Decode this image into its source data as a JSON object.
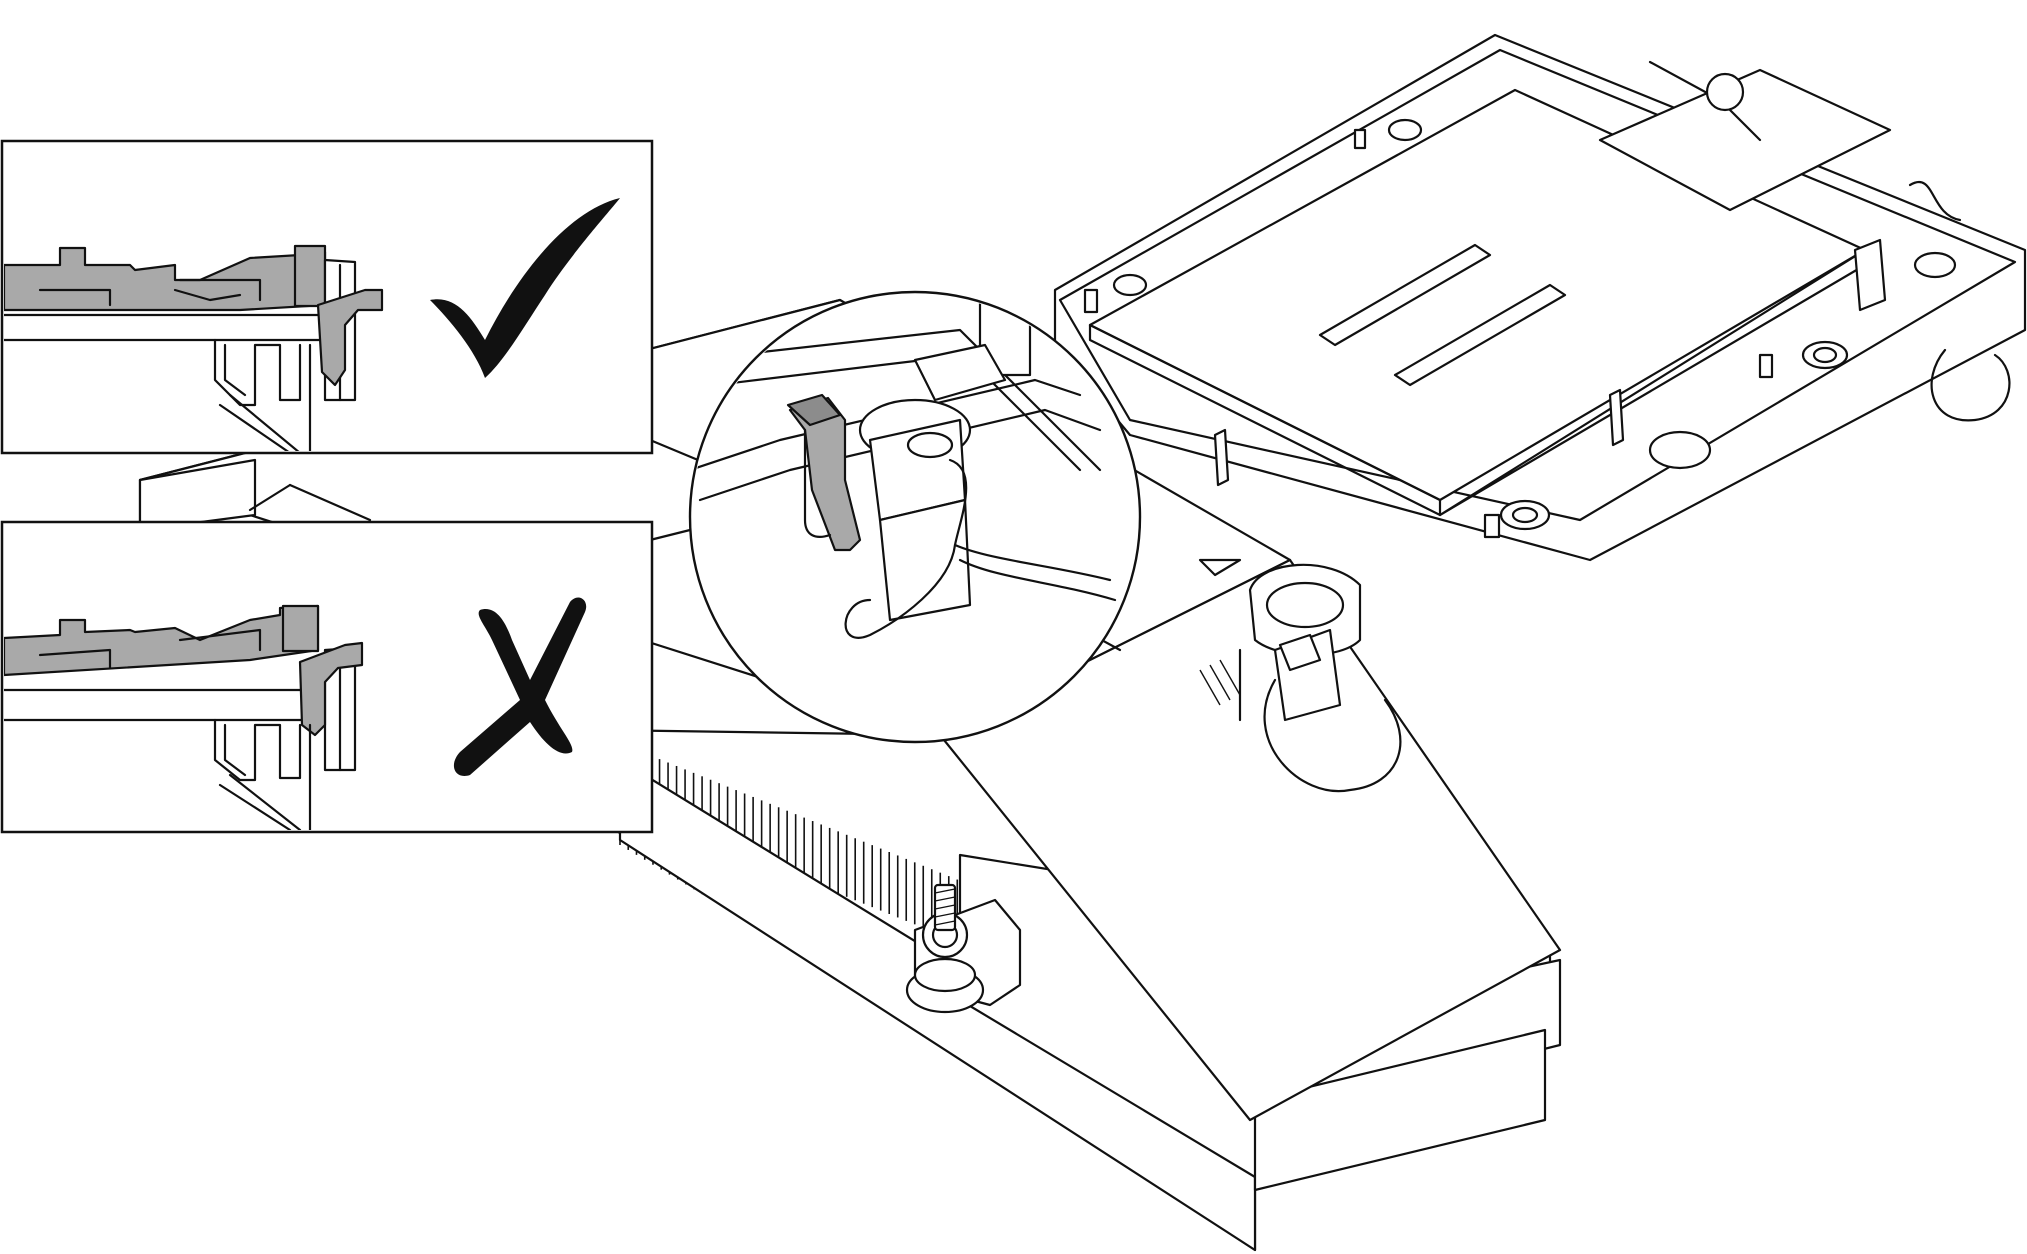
{
  "figure": {
    "subject": "processor-heat-sink-module-installation",
    "palette": {
      "line": "#111111",
      "fill": "#ffffff",
      "highlight": "#a9a9a9",
      "highlight_dark": "#8c8c8c"
    },
    "insets": [
      {
        "id": "correct",
        "mark": "check-mark-icon"
      },
      {
        "id": "incorrect",
        "mark": "x-mark-icon"
      }
    ],
    "callout": "latch-detail-circle"
  }
}
